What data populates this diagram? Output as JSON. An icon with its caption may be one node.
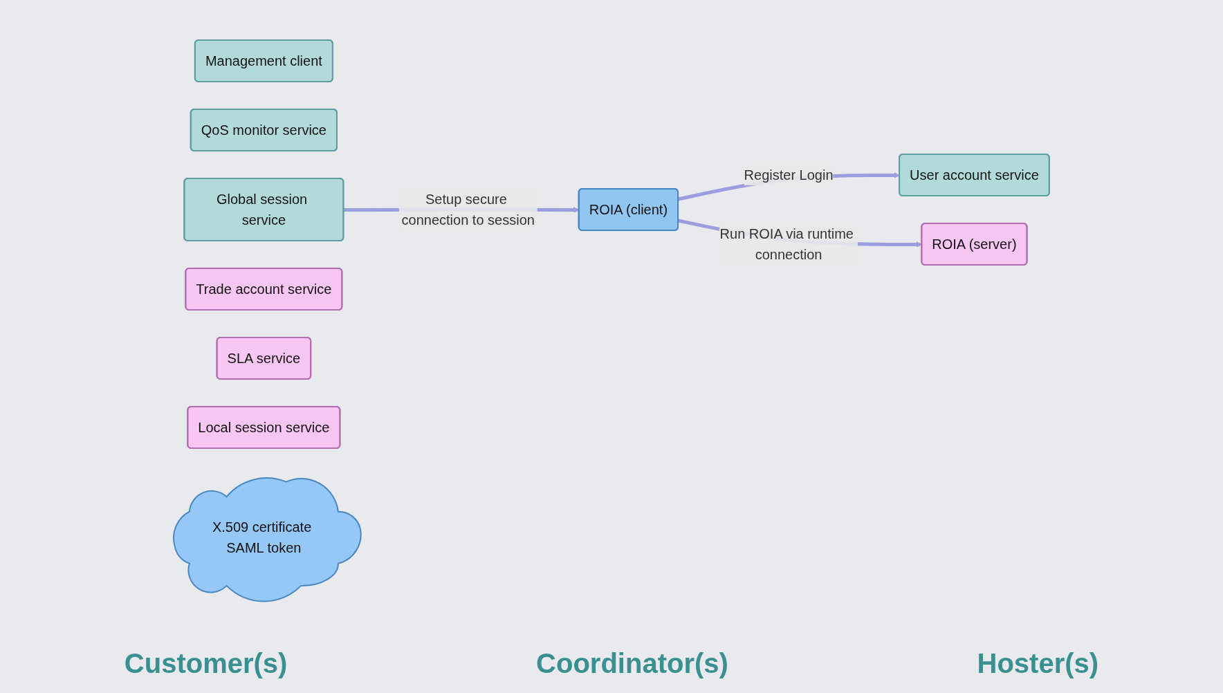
{
  "diagram": {
    "nodes": [
      {
        "text": [
          "User account service"
        ]
      },
      {
        "text": [
          "Management client"
        ]
      },
      {
        "text": [
          "QoS monitor service"
        ]
      },
      {
        "text": [
          "Global session service"
        ]
      },
      {
        "text": [
          "Trade account service"
        ]
      },
      {
        "text": [
          "SLA service"
        ]
      },
      {
        "text": [
          "Local session service"
        ]
      },
      {
        "text": [
          "ROIA (server)"
        ]
      },
      {
        "text": [
          "ROIA (client)"
        ]
      },
      {
        "text": [
          "X.509 certificate SAML token"
        ]
      }
    ],
    "edges": [
      {
        "from": 8,
        "to": 0,
        "arrow": "to",
        "label": "Register Login"
      },
      {
        "from": 3,
        "to": 8,
        "arrow": "to",
        "label": "Setup secure connection to session"
      },
      {
        "from": 8,
        "to": 7,
        "arrow": "to",
        "label": "Run ROIA via runtime connection"
      }
    ],
    "labels": [
      "Customer(s)",
      "Coordinator(s)",
      "Hoster(s)"
    ]
  }
}
